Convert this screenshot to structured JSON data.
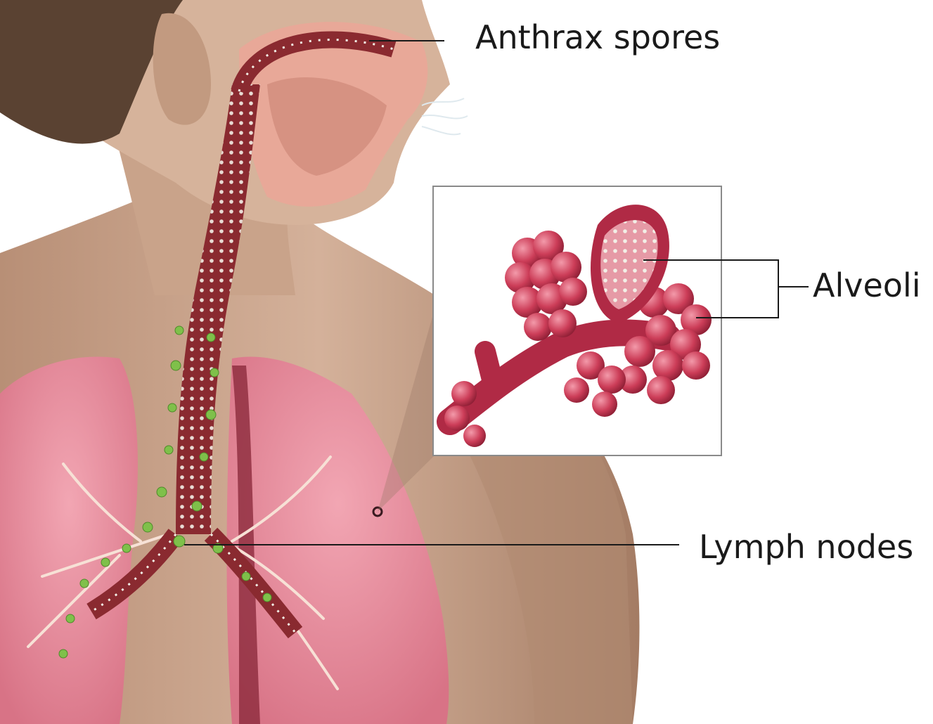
{
  "labels": {
    "anthrax_spores": "Anthrax spores",
    "alveoli": "Alveoli",
    "lymph_nodes": "Lymph nodes"
  },
  "colors": {
    "skin": "#c9a58c",
    "skin_shadow": "#a88068",
    "lung": "#e88a9c",
    "lung_dark": "#8c2a3c",
    "airway": "#8a2a30",
    "spores": "#f2efe6",
    "lymph": "#7fc04a",
    "alveoli": "#c8344f",
    "leader_line": "#1a1a1a"
  },
  "icons": [
    "anatomy-figure",
    "alveoli-cluster",
    "lymph-node-cluster",
    "spore-dots"
  ]
}
